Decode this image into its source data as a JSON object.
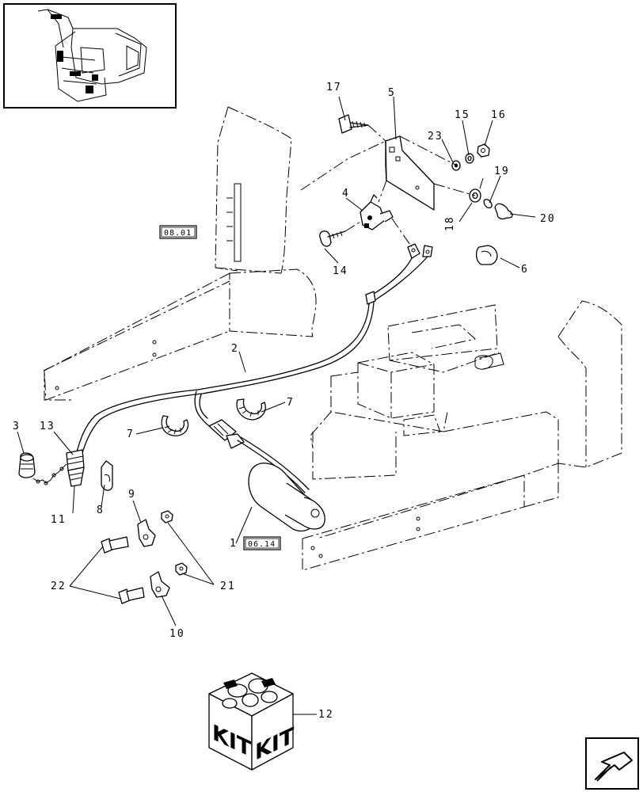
{
  "labels": {
    "p1": "1",
    "p2": "2",
    "p3": "3",
    "p4": "4",
    "p5": "5",
    "p6": "6",
    "p7a": "7",
    "p7b": "7",
    "p8": "8",
    "p9": "9",
    "p10": "10",
    "p11": "11",
    "p12": "12",
    "p13": "13",
    "p14": "14",
    "p15": "15",
    "p16": "16",
    "p17": "17",
    "p18": "18",
    "p19": "19",
    "p20": "20",
    "p21": "21",
    "p22": "22",
    "p23": "23"
  },
  "references": {
    "ref_left": "08.01",
    "ref_bottom": "06.14"
  },
  "kit_box": {
    "face_left": "KIT",
    "face_right": "KIT"
  },
  "icons": {
    "thumbnail": "machine-thumbnail-icon",
    "nav": "return-arrow-icon"
  }
}
